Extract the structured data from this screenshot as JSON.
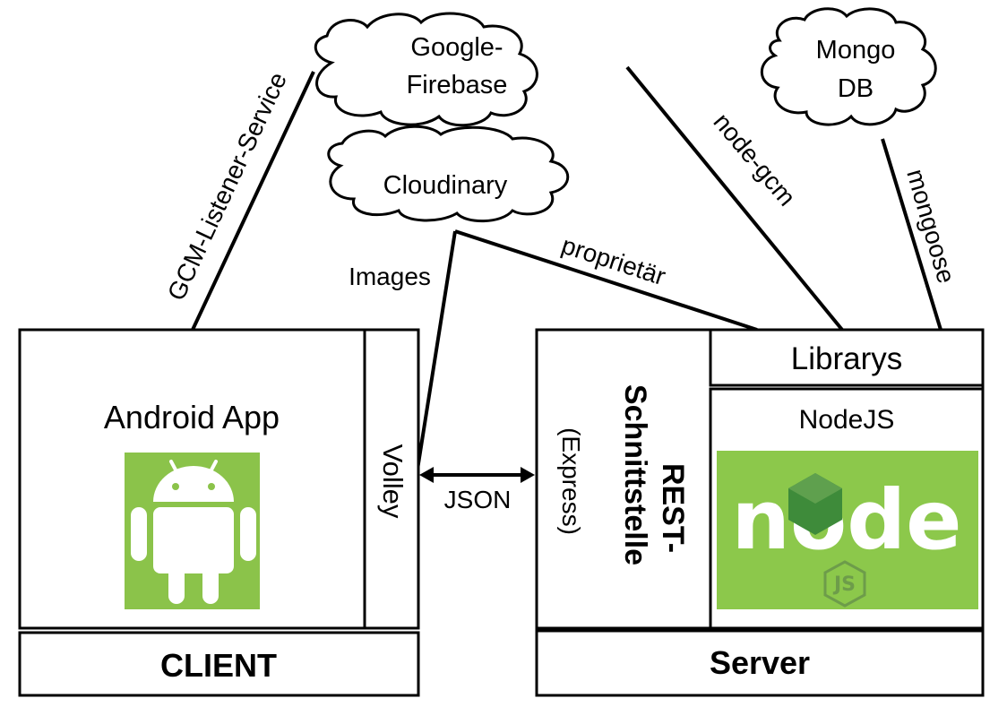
{
  "clouds": {
    "firebase": {
      "line1": "Google-",
      "line2": "Firebase"
    },
    "mongodb": {
      "line1": "Mongo",
      "line2": "DB"
    },
    "cloudinary": {
      "label": "Cloudinary"
    }
  },
  "connections": {
    "gcm_listener": "GCM-Listener-Service",
    "node_gcm": "node-gcm",
    "mongoose": "mongoose",
    "proprietaer": "proprietär",
    "images": "Images",
    "json": "JSON"
  },
  "client": {
    "app_title": "Android App",
    "volley": "Volley",
    "footer": "CLIENT"
  },
  "server": {
    "rest_line1": "REST-",
    "rest_line2": "Schnittstelle",
    "express": "(Express)",
    "librarys": "Librarys",
    "nodejs_label": "NodeJS",
    "footer": "Server"
  },
  "logos": {
    "android_bg": "#8bc34a",
    "node_bg": "#8cc84b",
    "node_wordmark": "node",
    "node_sub": "JS"
  }
}
